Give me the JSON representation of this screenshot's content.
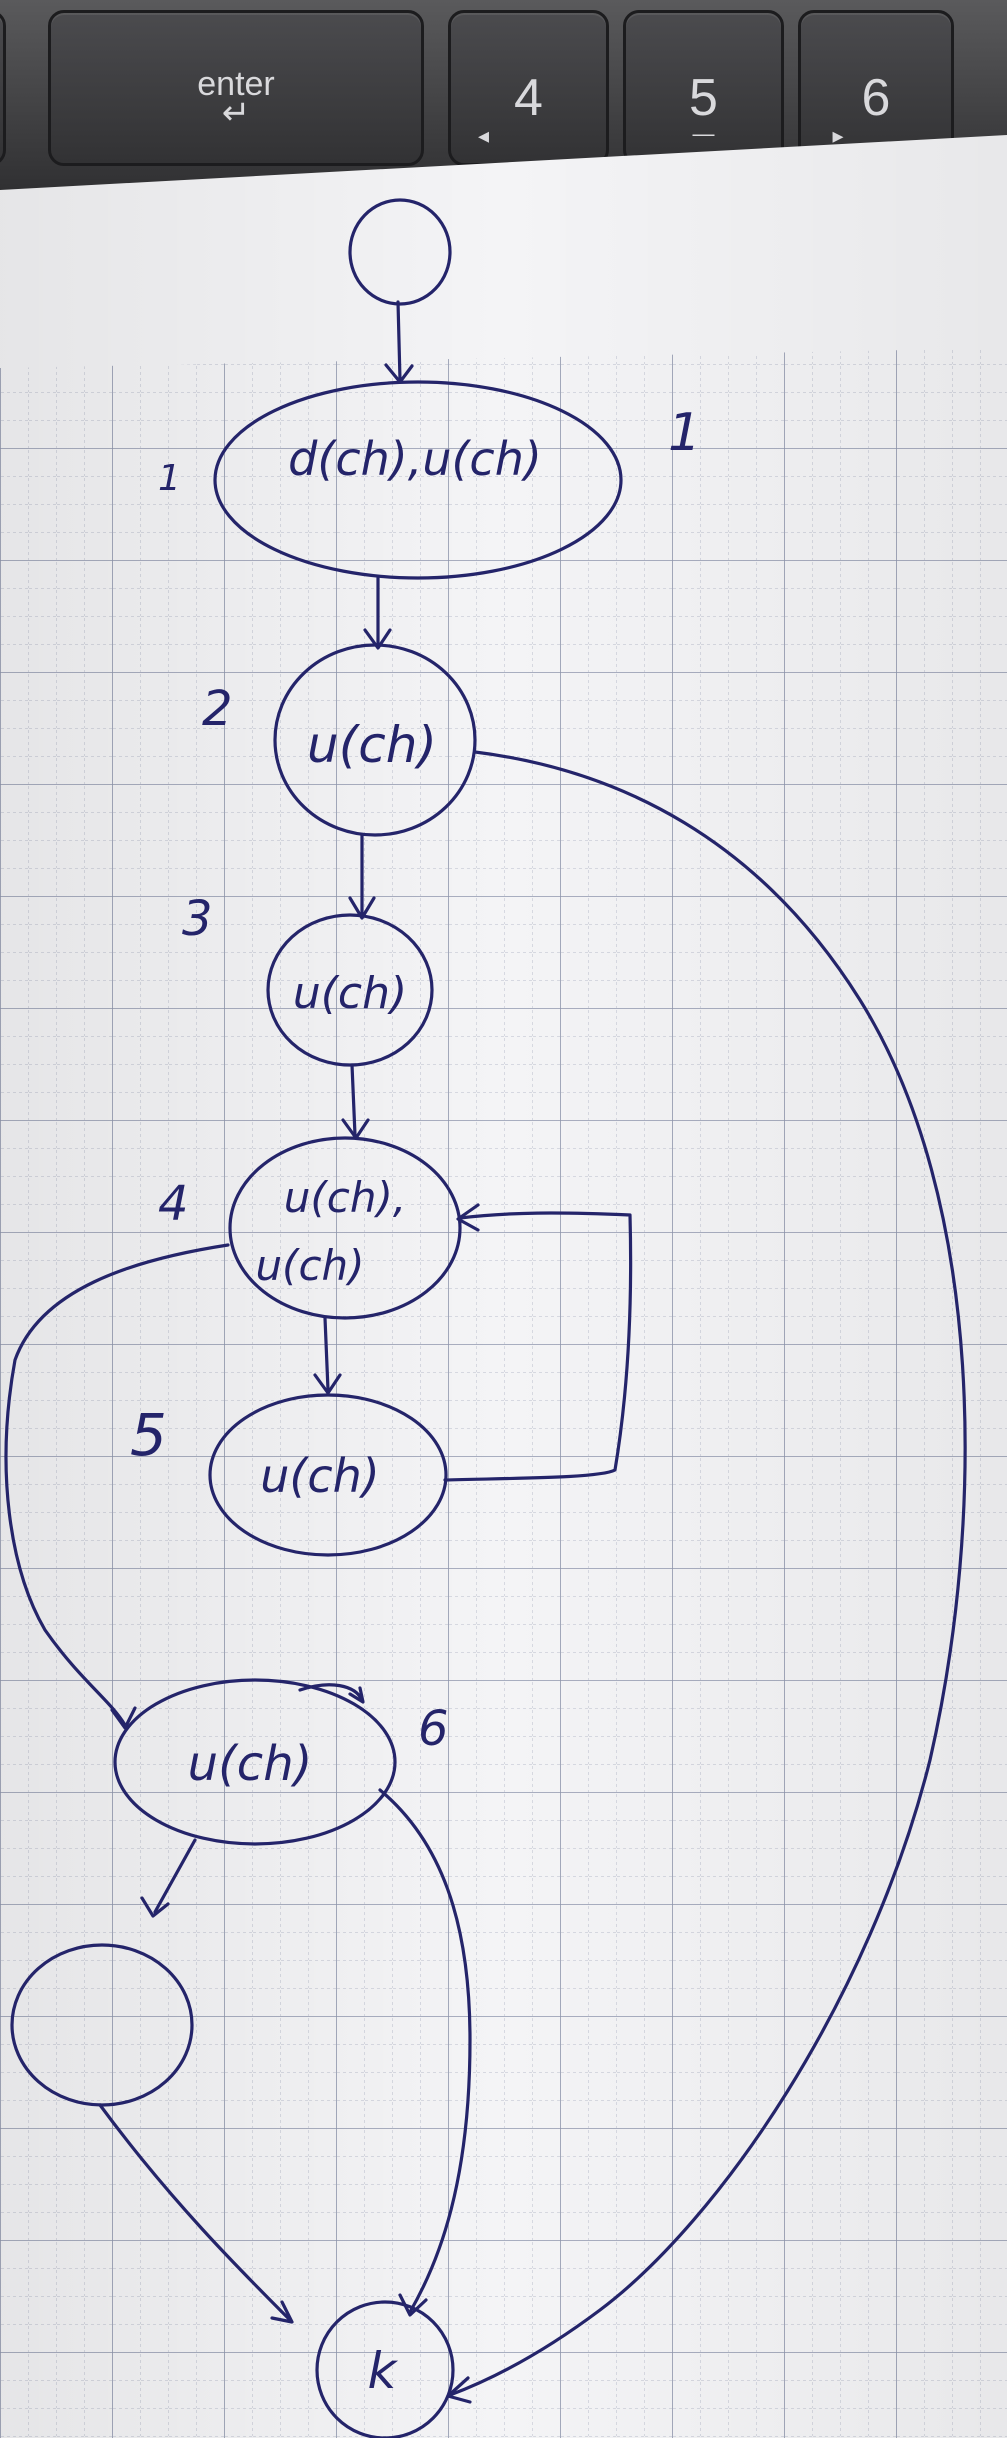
{
  "keyboard": {
    "keys": [
      {
        "label": "enter",
        "glyph": "↵"
      },
      {
        "label": "4",
        "glyph": "◂"
      },
      {
        "label": "5",
        "glyph": "—"
      },
      {
        "label": "6",
        "glyph": "▸"
      }
    ]
  },
  "ink_color": "#24246a",
  "paper_color": "#f4f4f6",
  "grid_color": "#9aa0b4",
  "graph": {
    "nodes": [
      {
        "id": "start",
        "text": "",
        "number": ""
      },
      {
        "id": "n1",
        "text": "d(ch),u(ch)",
        "number": "1"
      },
      {
        "id": "n2",
        "text": "u(ch)",
        "number": "2"
      },
      {
        "id": "n3",
        "text": "u(ch)",
        "number": "3"
      },
      {
        "id": "n4",
        "text": "u(ch),",
        "text2": "u(ch)",
        "number": "4"
      },
      {
        "id": "n5",
        "text": "u(ch)",
        "number": "5"
      },
      {
        "id": "n6",
        "text": "u(ch)",
        "number": "6"
      },
      {
        "id": "n7",
        "text": "",
        "number": ""
      },
      {
        "id": "end",
        "text": "k",
        "number": ""
      }
    ],
    "stray_mark": "1"
  }
}
